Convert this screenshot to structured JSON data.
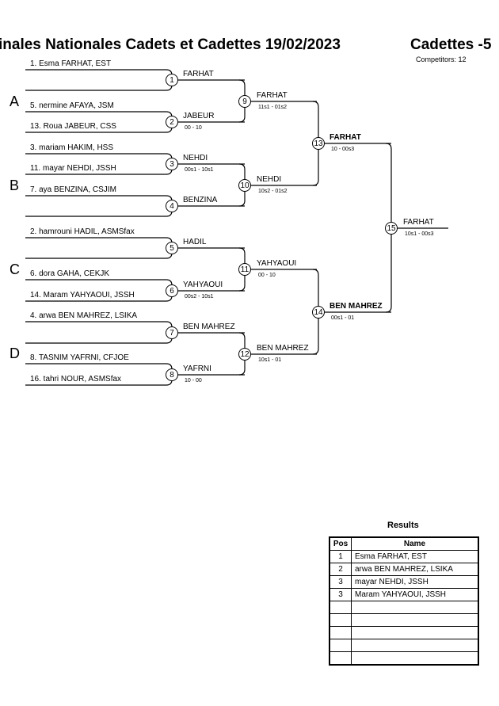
{
  "header": {
    "title": "inales Nationales Cadets et Cadettes  19/02/2023",
    "category": "Cadettes -5",
    "competitors": "Competitors: 12"
  },
  "pools": [
    "A",
    "B",
    "C",
    "D"
  ],
  "entrants": [
    "1. Esma FARHAT, EST",
    "5. nermine AFAYA, JSM",
    "13. Roua JABEUR, CSS",
    "3. mariam HAKIM, HSS",
    "11. mayar NEHDI, JSSH",
    "7. aya BENZINA, CSJIM",
    "2. hamrouni HADIL, ASMSfax",
    "6. dora GAHA, CEKJK",
    "14. Maram YAHYAOUI, JSSH",
    "4. arwa BEN MAHREZ, LSIKA",
    "8. TASNIM YAFRNI, CFJOE",
    "16. tahri NOUR, ASMSfax"
  ],
  "matches": [
    {
      "num": "1",
      "winner": "FARHAT",
      "score": ""
    },
    {
      "num": "2",
      "winner": "JABEUR",
      "score": "00 - 10"
    },
    {
      "num": "3",
      "winner": "NEHDI",
      "score": "00s1 - 10s1"
    },
    {
      "num": "4",
      "winner": "BENZINA",
      "score": ""
    },
    {
      "num": "5",
      "winner": "HADIL",
      "score": ""
    },
    {
      "num": "6",
      "winner": "YAHYAOUI",
      "score": "00s2 - 10s1"
    },
    {
      "num": "7",
      "winner": "BEN MAHREZ",
      "score": ""
    },
    {
      "num": "8",
      "winner": "YAFRNI",
      "score": "10 - 00"
    },
    {
      "num": "9",
      "winner": "FARHAT",
      "score": "11s1 - 01s2"
    },
    {
      "num": "10",
      "winner": "NEHDI",
      "score": "10s2 - 01s2"
    },
    {
      "num": "11",
      "winner": "YAHYAOUI",
      "score": "00 - 10"
    },
    {
      "num": "12",
      "winner": "BEN MAHREZ",
      "score": "10s1 - 01"
    },
    {
      "num": "13",
      "winner": "FARHAT",
      "score": "10 - 00s3"
    },
    {
      "num": "14",
      "winner": "BEN MAHREZ",
      "score": "00s1 - 01"
    },
    {
      "num": "15",
      "winner": "FARHAT",
      "score": "10s1 - 00s3"
    }
  ],
  "results": {
    "heading": "Results",
    "col_pos": "Pos",
    "col_name": "Name",
    "rows": [
      {
        "pos": "1",
        "name": "Esma FARHAT, EST"
      },
      {
        "pos": "2",
        "name": "arwa BEN MAHREZ, LSIKA"
      },
      {
        "pos": "3",
        "name": "mayar NEHDI, JSSH"
      },
      {
        "pos": "3",
        "name": "Maram YAHYAOUI, JSSH"
      },
      {
        "pos": "",
        "name": ""
      },
      {
        "pos": "",
        "name": ""
      },
      {
        "pos": "",
        "name": ""
      },
      {
        "pos": "",
        "name": ""
      },
      {
        "pos": "",
        "name": ""
      }
    ]
  }
}
